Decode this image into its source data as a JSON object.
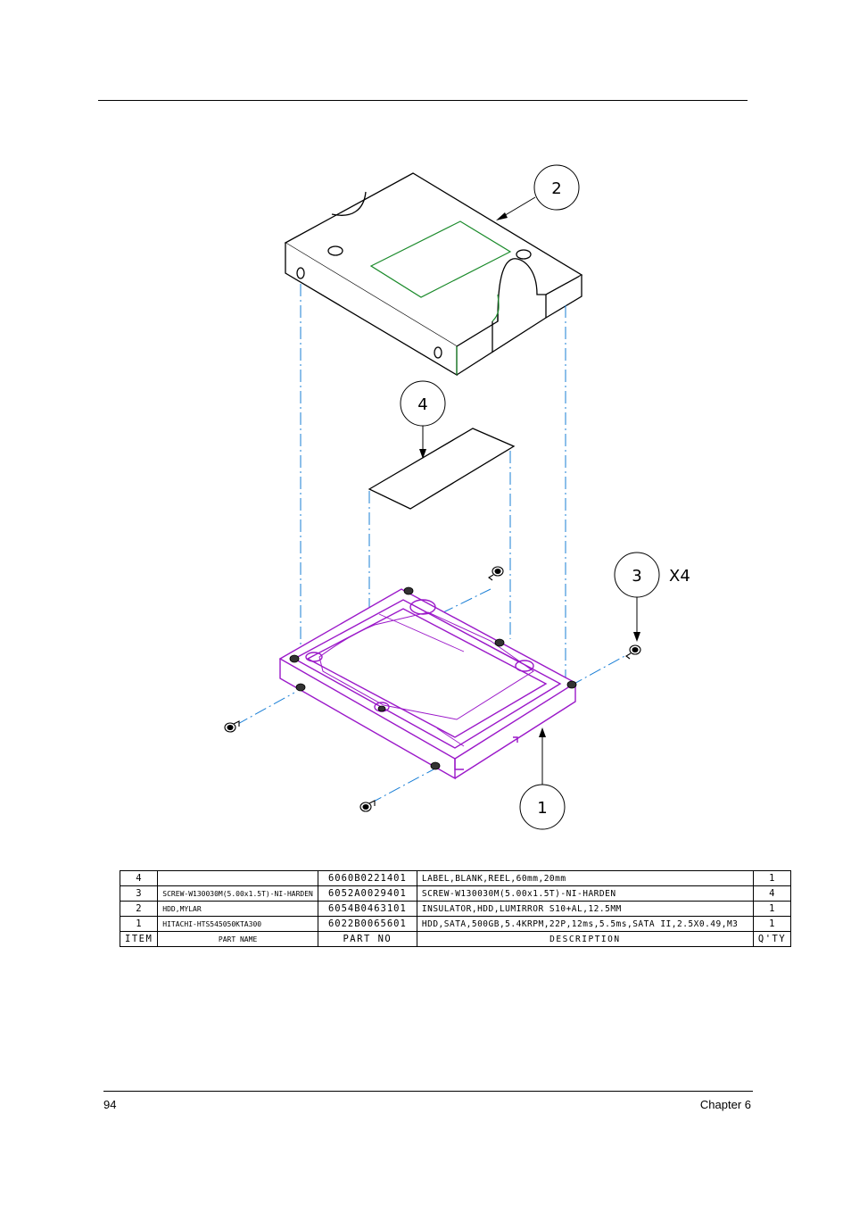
{
  "diagram": {
    "balloons": {
      "item2": "2",
      "item4": "4",
      "item3": "3",
      "item3_multiplier": "X4",
      "item1": "1"
    },
    "colors": {
      "line": "#000000",
      "centerline": "#1a7fd6",
      "hdd": "#9b19c9",
      "mylar_edge": "#1a8a2a"
    }
  },
  "parts_table": {
    "rows": [
      {
        "item": "4",
        "part_name": "",
        "part_no": "6060B0221401",
        "description": "LABEL,BLANK,REEL,60mm,20mm",
        "qty": "1"
      },
      {
        "item": "3",
        "part_name": "SCREW-W130030M(5.00x1.5T)-NI-HARDEN",
        "part_no": "6052A0029401",
        "description": "SCREW-W130030M(5.00x1.5T)-NI-HARDEN",
        "qty": "4"
      },
      {
        "item": "2",
        "part_name": "HDD,MYLAR",
        "part_no": "6054B0463101",
        "description": "INSULATOR,HDD,LUMIRROR S10+AL,12.5MM",
        "qty": "1"
      },
      {
        "item": "1",
        "part_name": "HITACHI-HTS545050KTA300",
        "part_no": "6022B0065601",
        "description": "HDD,SATA,500GB,5.4KRPM,22P,12ms,5.5ms,SATA II,2.5X0.49,M3",
        "qty": "1"
      }
    ],
    "header": {
      "item": "ITEM",
      "part_name": "PART NAME",
      "part_no": "PART NO",
      "description": "DESCRIPTION",
      "qty": "Q'TY"
    }
  },
  "footer": {
    "page_number": "94",
    "chapter": "Chapter 6"
  }
}
